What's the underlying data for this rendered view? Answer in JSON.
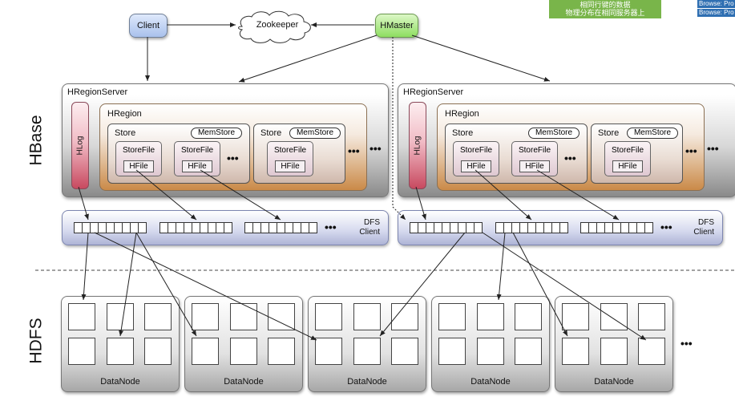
{
  "labels": {
    "client": "Client",
    "zookeeper": "Zookeeper",
    "hmaster": "HMaster",
    "hbase": "HBase",
    "hdfs": "HDFS"
  },
  "overlay_top": {
    "chinese_line1": "相同行键的数据",
    "chinese_line2": "物理分布在相同服务器上",
    "browse1": "Browse: Pro",
    "browse2": "Browse: Pro"
  },
  "region_servers": [
    {
      "title": "HRegionServer",
      "hlog": "HLog",
      "region_title": "HRegion",
      "stores": [
        {
          "label": "Store",
          "memstore": "MemStore",
          "storefiles": [
            {
              "name": "StoreFile",
              "hfile": "HFile"
            },
            {
              "name": "StoreFile",
              "hfile": "HFile"
            }
          ],
          "dots": "•••"
        },
        {
          "label": "Store",
          "memstore": "MemStore",
          "storefiles": [
            {
              "name": "StoreFile",
              "hfile": "HFile"
            }
          ],
          "dots": ""
        }
      ],
      "region_dots": "•••",
      "server_dots": "•••"
    },
    {
      "title": "HRegionServer",
      "hlog": "HLog",
      "region_title": "HRegion",
      "stores": [
        {
          "label": "Store",
          "memstore": "MemStore",
          "storefiles": [
            {
              "name": "StoreFile",
              "hfile": "HFile"
            },
            {
              "name": "StoreFile",
              "hfile": "HFile"
            }
          ],
          "dots": "•••"
        },
        {
          "label": "Store",
          "memstore": "MemStore",
          "storefiles": [
            {
              "name": "StoreFile",
              "hfile": "HFile"
            }
          ],
          "dots": ""
        }
      ],
      "region_dots": "•••",
      "server_dots": "•••"
    }
  ],
  "dfs_clients": [
    {
      "line1": "DFS",
      "line2": "Client",
      "dots": "•••"
    },
    {
      "line1": "DFS",
      "line2": "Client",
      "dots": "•••"
    }
  ],
  "datanodes": [
    {
      "label": "DataNode"
    },
    {
      "label": "DataNode"
    },
    {
      "label": "DataNode"
    },
    {
      "label": "DataNode"
    },
    {
      "label": "DataNode"
    }
  ],
  "hdfs_dots": "•••",
  "colors": {
    "client": "#a9c1ec",
    "hmaster": "#8ede61",
    "hlog": "#c84a60",
    "region": "#ca8a48",
    "dfs": "#aeb4d6",
    "corner_bg": "#2f6fb2"
  }
}
